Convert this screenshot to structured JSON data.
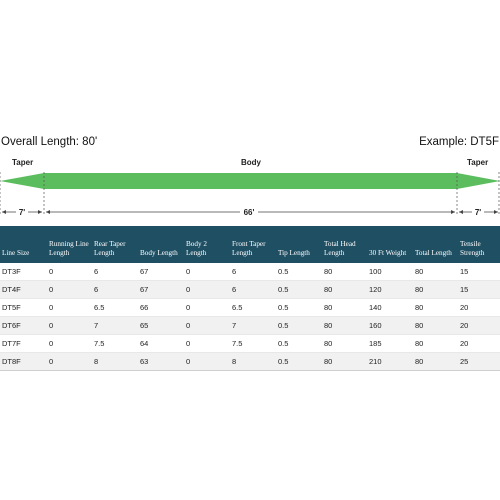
{
  "diagram": {
    "overall_length": "Overall Length: 80'",
    "example": "Example: DT5F",
    "labels": {
      "taper_left": "Taper",
      "body": "Body",
      "taper_right": "Taper"
    },
    "dimensions": {
      "left": "7'",
      "middle": "66'",
      "right": "7'"
    },
    "line_color": "#5bbd5e"
  },
  "table": {
    "header_color": "#1f4f63",
    "columns": [
      "Line Size",
      "Running Line Length",
      "Rear Taper Length",
      "Body Length",
      "Body 2 Length",
      "Front Taper Length",
      "Tip Length",
      "Total Head Length",
      "30 Ft Weight",
      "Total Length",
      "Tensile Strength"
    ],
    "rows": [
      [
        "DT3F",
        "0",
        "6",
        "67",
        "0",
        "6",
        "0.5",
        "80",
        "100",
        "80",
        "15"
      ],
      [
        "DT4F",
        "0",
        "6",
        "67",
        "0",
        "6",
        "0.5",
        "80",
        "120",
        "80",
        "15"
      ],
      [
        "DT5F",
        "0",
        "6.5",
        "66",
        "0",
        "6.5",
        "0.5",
        "80",
        "140",
        "80",
        "20"
      ],
      [
        "DT6F",
        "0",
        "7",
        "65",
        "0",
        "7",
        "0.5",
        "80",
        "160",
        "80",
        "20"
      ],
      [
        "DT7F",
        "0",
        "7.5",
        "64",
        "0",
        "7.5",
        "0.5",
        "80",
        "185",
        "80",
        "20"
      ],
      [
        "DT8F",
        "0",
        "8",
        "63",
        "0",
        "8",
        "0.5",
        "80",
        "210",
        "80",
        "25"
      ]
    ]
  }
}
